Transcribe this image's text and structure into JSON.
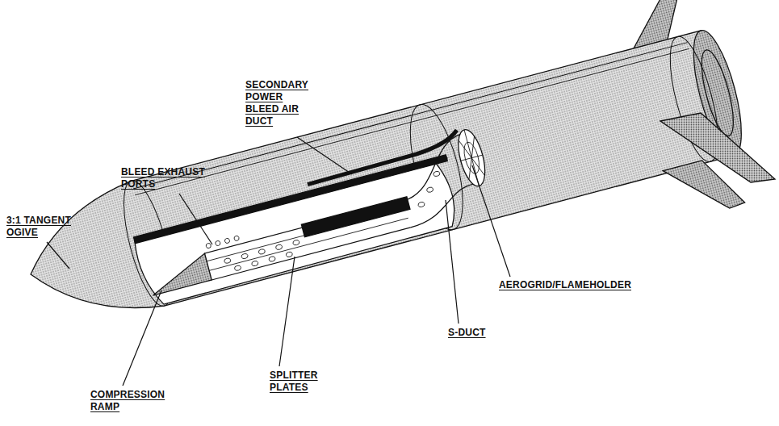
{
  "diagram": {
    "labels": [
      "SECONDARY POWER BLEED AIR DUCT",
      "BLEED EXHAUST PORTS",
      "3:1 TANGENT OGIVE",
      "AEROGRID/FLAMEHOLDER",
      "S-DUCT",
      "SPLITTER PLATES",
      "COMPRESSION RAMP"
    ]
  }
}
